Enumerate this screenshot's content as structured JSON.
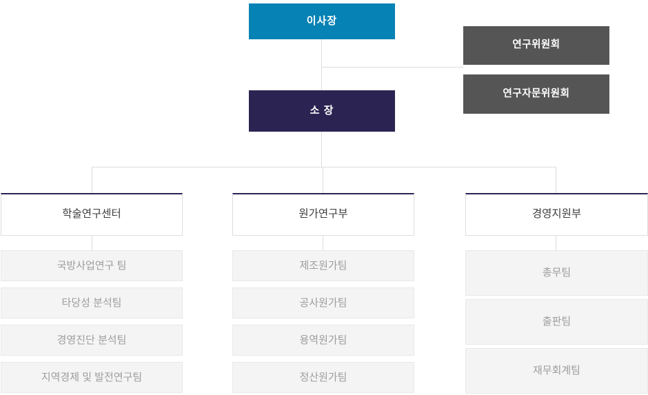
{
  "org": {
    "chairman": {
      "label": "이사장"
    },
    "committees": [
      {
        "label": "연구위원회"
      },
      {
        "label": "연구자문위원회"
      }
    ],
    "director": {
      "label": "소 장"
    },
    "departments": [
      {
        "label": "학술연구센터",
        "teams": [
          "국방사업연구 팀",
          "타당성 분석팀",
          "경영진단 분석팀",
          "지역경제 및 발전연구팀"
        ]
      },
      {
        "label": "원가연구부",
        "teams": [
          "제조원가팀",
          "공사원가팀",
          "용역원가팀",
          "정산원가팀"
        ]
      },
      {
        "label": "경영지원부",
        "teams": [
          "총무팀",
          "출판팀",
          "재무회계팀"
        ]
      }
    ],
    "colors": {
      "chairman_bg": "#0782b4",
      "director_bg": "#2b2452",
      "committee_bg": "#555555",
      "dept_top_border": "#2b2452",
      "dept_text": "#3d3d3d",
      "team_bg": "#f4f4f4",
      "team_border": "#e8e8e8",
      "team_text": "#9d9d9d",
      "connector_line": "#dcdcdc"
    }
  }
}
